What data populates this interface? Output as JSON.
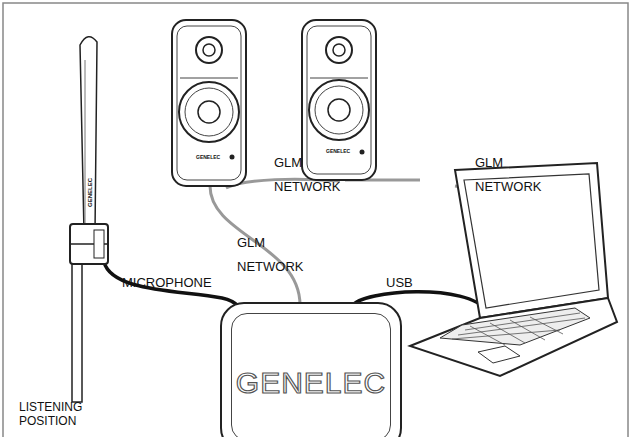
{
  "diagram": {
    "nodes": [
      {
        "text": [
          "GENELEC"
        ]
      }
    ],
    "labels": [
      "GLM NETWORK",
      "GLM NETWORK",
      "GLM NETWORK",
      "MICROPHONE",
      "USB",
      "LISTENING POSITION",
      "GENELEC",
      "GENELEC",
      "GENELEC"
    ]
  }
}
